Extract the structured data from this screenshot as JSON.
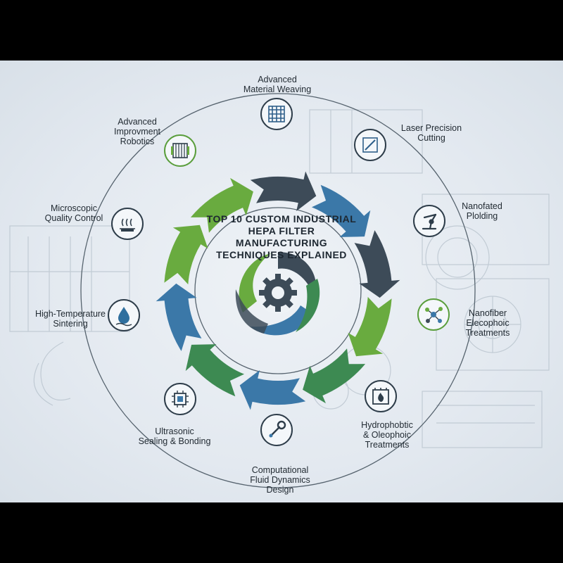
{
  "title_lines": [
    "TOP 10 CUSTOM INDUSTRIAL",
    "HEPA FILTER MANUFACTURING",
    "TECHNIQUES EXPLAINED"
  ],
  "steps": [
    {
      "lines": [
        "Advanced",
        "Material Weaving"
      ],
      "icon": "woven-mesh-icon"
    },
    {
      "lines": [
        "Laser Precision",
        "Cutting"
      ],
      "icon": "laser-cutter-icon"
    },
    {
      "lines": [
        "Nanofated",
        "Plolding"
      ],
      "icon": "robotic-arm-icon"
    },
    {
      "lines": [
        "Nanofiber",
        "Elecophoic",
        "Treatments"
      ],
      "icon": "molecule-icon"
    },
    {
      "lines": [
        "Hydrophobtic",
        "& Oleophoic",
        "Treatments"
      ],
      "icon": "flame-chamber-icon"
    },
    {
      "lines": [
        "Computational",
        "Fluid Dynamics",
        "Design"
      ],
      "icon": "wrench-icon"
    },
    {
      "lines": [
        "Ultrasonic",
        "Sealing & Bonding"
      ],
      "icon": "chip-icon"
    },
    {
      "lines": [
        "High-Temperature",
        "Sintering"
      ],
      "icon": "water-drop-icon"
    },
    {
      "lines": [
        "Microscopic",
        "Quality Control"
      ],
      "icon": "heat-inspection-icon"
    },
    {
      "lines": [
        "Advanced",
        "Improvment",
        "Robotics"
      ],
      "icon": "filter-panel-icon"
    }
  ],
  "colors": {
    "dark": "#3d4b58",
    "blue": "#3b78a8",
    "green": "#69ab3f",
    "deep_green": "#3d8a52"
  }
}
